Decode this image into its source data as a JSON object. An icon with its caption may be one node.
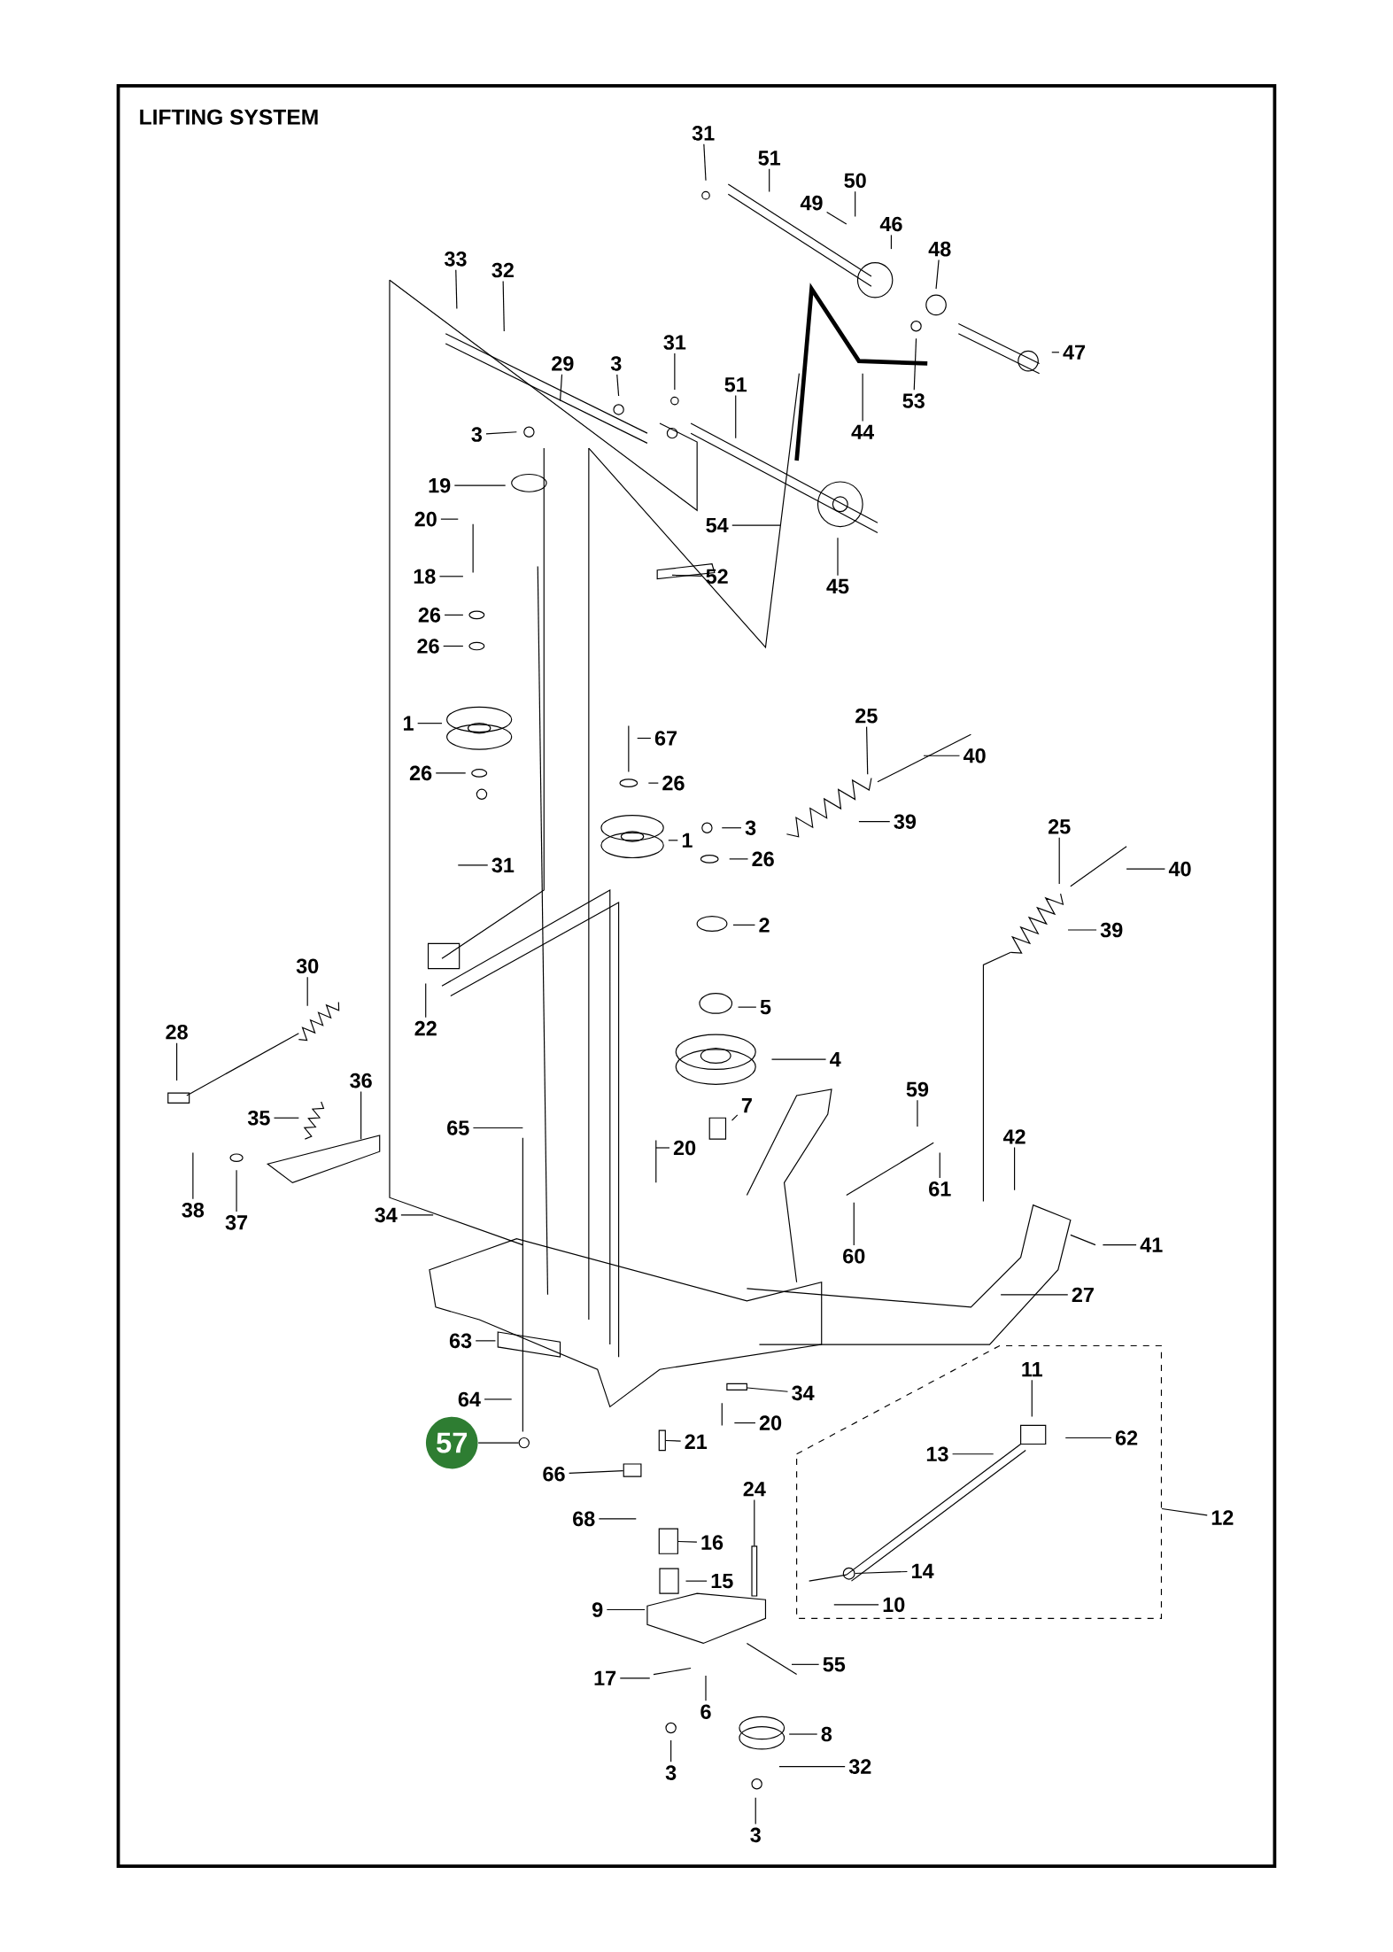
{
  "diagram": {
    "title": "LIFTING SYSTEM",
    "nodes": [
      {
        "text": [],
        "shape": "box"
      },
      {
        "text": [
          "31"
        ]
      },
      {
        "text": [
          "51"
        ]
      },
      {
        "text": [
          "49"
        ]
      },
      {
        "text": [
          "50"
        ]
      },
      {
        "text": [
          "46"
        ]
      },
      {
        "text": [
          "48"
        ]
      },
      {
        "text": [
          "33"
        ]
      },
      {
        "text": [
          "32"
        ]
      },
      {
        "text": [
          "29"
        ]
      },
      {
        "text": [
          "3"
        ]
      },
      {
        "text": [
          "31"
        ]
      },
      {
        "text": [
          "51"
        ]
      },
      {
        "text": [
          "47"
        ]
      },
      {
        "text": [
          "53"
        ]
      },
      {
        "text": [
          "44"
        ]
      },
      {
        "text": [
          "3"
        ]
      },
      {
        "text": [
          "19"
        ]
      },
      {
        "text": [
          "20"
        ]
      },
      {
        "text": [
          "54"
        ]
      },
      {
        "text": [
          "52"
        ]
      },
      {
        "text": [
          "45"
        ]
      },
      {
        "text": [
          "18"
        ]
      },
      {
        "text": [
          "26"
        ]
      },
      {
        "text": [
          "26"
        ]
      },
      {
        "text": [
          "1"
        ]
      },
      {
        "text": [
          "26"
        ]
      },
      {
        "text": [
          "67"
        ]
      },
      {
        "text": [
          "26"
        ]
      },
      {
        "text": [
          "25"
        ]
      },
      {
        "text": [
          "40"
        ]
      },
      {
        "text": [
          "39"
        ]
      },
      {
        "text": [
          "3"
        ]
      },
      {
        "text": [
          "1"
        ]
      },
      {
        "text": [
          "26"
        ]
      },
      {
        "text": [
          "25"
        ]
      },
      {
        "text": [
          "40"
        ]
      },
      {
        "text": [
          "31"
        ]
      },
      {
        "text": [
          "2"
        ]
      },
      {
        "text": [
          "39"
        ]
      },
      {
        "text": [
          "30"
        ]
      },
      {
        "text": [
          "5"
        ]
      },
      {
        "text": [
          "22"
        ]
      },
      {
        "text": [
          "28"
        ]
      },
      {
        "text": [
          "4"
        ]
      },
      {
        "text": [
          "36"
        ]
      },
      {
        "text": [
          "59"
        ]
      },
      {
        "text": [
          "35"
        ]
      },
      {
        "text": [
          "7"
        ]
      },
      {
        "text": [
          "65"
        ]
      },
      {
        "text": [
          "20"
        ]
      },
      {
        "text": [
          "42"
        ]
      },
      {
        "text": [
          "61"
        ]
      },
      {
        "text": [
          "38"
        ]
      },
      {
        "text": [
          "37"
        ]
      },
      {
        "text": [
          "34"
        ]
      },
      {
        "text": [
          "60"
        ]
      },
      {
        "text": [
          "41"
        ]
      },
      {
        "text": [
          "27"
        ]
      },
      {
        "text": [
          "63"
        ]
      },
      {
        "text": [
          "34"
        ]
      },
      {
        "text": [
          "64"
        ]
      },
      {
        "text": [
          "20"
        ]
      },
      {
        "text": [
          "57"
        ]
      },
      {
        "text": [
          "21"
        ]
      },
      {
        "text": [
          "66"
        ]
      },
      {
        "text": [
          "11"
        ],
        "in": 0
      },
      {
        "text": [
          "13"
        ],
        "in": 0
      },
      {
        "text": [
          "62"
        ],
        "in": 0
      },
      {
        "text": [
          "12"
        ]
      },
      {
        "text": [
          "24"
        ]
      },
      {
        "text": [
          "68"
        ]
      },
      {
        "text": [
          "16"
        ]
      },
      {
        "text": [
          "14"
        ],
        "in": 0
      },
      {
        "text": [
          "15"
        ]
      },
      {
        "text": [
          "10"
        ],
        "in": 0
      },
      {
        "text": [
          "9"
        ]
      },
      {
        "text": [
          "55"
        ]
      },
      {
        "text": [
          "17"
        ]
      },
      {
        "text": [
          "6"
        ]
      },
      {
        "text": [
          "8"
        ]
      },
      {
        "text": [
          "3"
        ]
      },
      {
        "text": [
          "32"
        ]
      },
      {
        "text": [
          "3"
        ]
      },
      {
        "text": [],
        "shape": "bar"
      },
      {
        "text": [],
        "shape": "circle"
      },
      {
        "text": [],
        "shape": "bar"
      },
      {
        "text": [],
        "shape": "cylinder"
      },
      {
        "text": [],
        "shape": "circle",
        "in": 0
      },
      {
        "text": [],
        "shape": "box"
      },
      {
        "text": [],
        "shape": "bar"
      }
    ],
    "edges": [
      {
        "from": 1,
        "to": null,
        "arrow": "none"
      },
      {
        "from": 2,
        "to": null,
        "arrow": "none"
      },
      {
        "from": 3,
        "to": null,
        "arrow": "none"
      },
      {
        "from": 4,
        "to": null,
        "arrow": "none"
      },
      {
        "from": 5,
        "to": null,
        "arrow": "none"
      },
      {
        "from": 6,
        "to": null,
        "arrow": "none"
      },
      {
        "from": 7,
        "to": null,
        "arrow": "none"
      },
      {
        "from": 8,
        "to": null,
        "arrow": "none"
      },
      {
        "from": 9,
        "to": null,
        "arrow": "none"
      },
      {
        "from": 10,
        "to": null,
        "arrow": "none"
      },
      {
        "from": 11,
        "to": null,
        "arrow": "none"
      },
      {
        "from": 12,
        "to": null,
        "arrow": "none"
      },
      {
        "from": 13,
        "to": null,
        "arrow": "none"
      },
      {
        "from": 14,
        "to": null,
        "arrow": "none"
      },
      {
        "from": 15,
        "to": null,
        "arrow": "none"
      },
      {
        "from": 16,
        "to": null,
        "arrow": "none"
      },
      {
        "from": 17,
        "to": null,
        "arrow": "none"
      },
      {
        "from": 18,
        "to": null,
        "arrow": "none"
      },
      {
        "from": 19,
        "to": null,
        "arrow": "none"
      },
      {
        "from": 20,
        "to": null,
        "arrow": "none"
      },
      {
        "from": 21,
        "to": null,
        "arrow": "none"
      },
      {
        "from": 22,
        "to": null,
        "arrow": "none"
      },
      {
        "from": 23,
        "to": null,
        "arrow": "none"
      },
      {
        "from": 24,
        "to": null,
        "arrow": "none"
      },
      {
        "from": 25,
        "to": null,
        "arrow": "none"
      },
      {
        "from": 26,
        "to": null,
        "arrow": "none"
      },
      {
        "from": 27,
        "to": null,
        "arrow": "none"
      },
      {
        "from": 28,
        "to": null,
        "arrow": "none"
      },
      {
        "from": 29,
        "to": null,
        "arrow": "none"
      },
      {
        "from": 30,
        "to": null,
        "arrow": "none"
      },
      {
        "from": 31,
        "to": null,
        "arrow": "none"
      },
      {
        "from": 32,
        "to": null,
        "arrow": "none"
      },
      {
        "from": 33,
        "to": null,
        "arrow": "none"
      },
      {
        "from": 34,
        "to": null,
        "arrow": "none"
      },
      {
        "from": 35,
        "to": null,
        "arrow": "none"
      },
      {
        "from": 36,
        "to": null,
        "arrow": "none"
      },
      {
        "from": 37,
        "to": null,
        "arrow": "none"
      },
      {
        "from": 38,
        "to": null,
        "arrow": "none"
      },
      {
        "from": 39,
        "to": null,
        "arrow": "none"
      },
      {
        "from": 40,
        "to": null,
        "arrow": "none"
      },
      {
        "from": 41,
        "to": null,
        "arrow": "none"
      },
      {
        "from": 42,
        "to": null,
        "arrow": "none"
      },
      {
        "from": 43,
        "to": null,
        "arrow": "none"
      },
      {
        "from": 44,
        "to": null,
        "arrow": "none"
      },
      {
        "from": 45,
        "to": null,
        "arrow": "none"
      },
      {
        "from": 46,
        "to": null,
        "arrow": "none"
      },
      {
        "from": 47,
        "to": null,
        "arrow": "none"
      },
      {
        "from": 48,
        "to": null,
        "arrow": "none"
      },
      {
        "from": 49,
        "to": null,
        "arrow": "none"
      },
      {
        "from": 50,
        "to": null,
        "arrow": "none"
      },
      {
        "from": 51,
        "to": null,
        "arrow": "none"
      },
      {
        "from": 52,
        "to": null,
        "arrow": "none"
      },
      {
        "from": 53,
        "to": null,
        "arrow": "none"
      },
      {
        "from": 54,
        "to": null,
        "arrow": "none"
      },
      {
        "from": 55,
        "to": null,
        "arrow": "none"
      },
      {
        "from": 56,
        "to": null,
        "arrow": "none"
      },
      {
        "from": 57,
        "to": null,
        "arrow": "none"
      },
      {
        "from": 58,
        "to": null,
        "arrow": "none"
      },
      {
        "from": 59,
        "to": null,
        "arrow": "none"
      },
      {
        "from": 60,
        "to": 84,
        "arrow": "none"
      },
      {
        "from": 61,
        "to": null,
        "arrow": "none"
      },
      {
        "from": 62,
        "to": null,
        "arrow": "none"
      },
      {
        "from": 63,
        "to": 85,
        "arrow": "none"
      },
      {
        "from": 64,
        "to": 86,
        "arrow": "none"
      },
      {
        "from": 65,
        "to": 89,
        "arrow": "none"
      },
      {
        "from": 66,
        "to": null,
        "arrow": "none"
      },
      {
        "from": 67,
        "to": null,
        "arrow": "none"
      },
      {
        "from": 68,
        "to": null,
        "arrow": "none"
      },
      {
        "from": 69,
        "to": 0,
        "arrow": "none"
      },
      {
        "from": 70,
        "to": 90,
        "arrow": "none"
      },
      {
        "from": 71,
        "to": null,
        "arrow": "none"
      },
      {
        "from": 72,
        "to": 87,
        "arrow": "none"
      },
      {
        "from": 73,
        "to": 88,
        "arrow": "none"
      },
      {
        "from": 74,
        "to": null,
        "arrow": "none"
      },
      {
        "from": 75,
        "to": null,
        "arrow": "none"
      },
      {
        "from": 76,
        "to": null,
        "arrow": "none"
      },
      {
        "from": 77,
        "to": null,
        "arrow": "none"
      },
      {
        "from": 78,
        "to": null,
        "arrow": "none"
      },
      {
        "from": 79,
        "to": null,
        "arrow": "none"
      },
      {
        "from": 80,
        "to": null,
        "arrow": "none"
      },
      {
        "from": 81,
        "to": null,
        "arrow": "none"
      },
      {
        "from": 82,
        "to": null,
        "arrow": "none"
      },
      {
        "from": 83,
        "to": null,
        "arrow": "none"
      }
    ]
  }
}
